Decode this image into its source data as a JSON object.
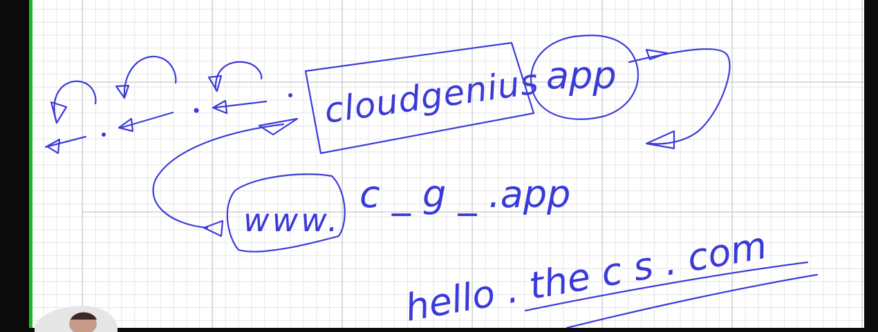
{
  "whiteboard": {
    "ink_color": "#3a3ad8",
    "handwriting_lines": [
      "cloudgenius",
      "app",
      "www.",
      "c _ g _ .app",
      "hello . the c s . com"
    ]
  },
  "frame": {
    "accent_color": "#1fb924"
  }
}
